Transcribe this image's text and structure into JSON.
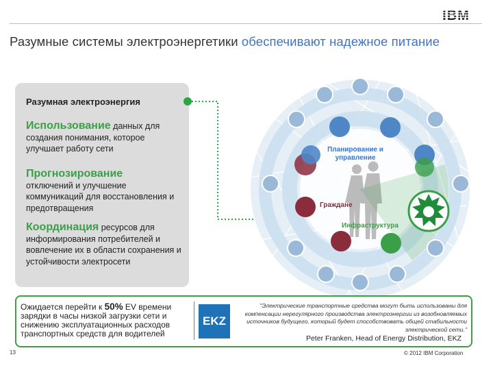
{
  "header": {
    "logo": "IBM",
    "title_main": "Разумные системы электроэнергетики ",
    "title_accent": "обеспечивают надежное питание"
  },
  "panel": {
    "heading": "Разумная электроэнергия",
    "items": [
      {
        "keyword": "Использование",
        "text": " данных для создания понимания, которое улучшает работу сети"
      },
      {
        "keyword": "Прогнозирование",
        "text": "отключений и улучшение коммуникаций для восстановления и предотвращения"
      },
      {
        "keyword": "Координация",
        "text": " ресурсов для информирования потребителей и вовлечение их в области сохранения и устойчивости электросети"
      }
    ]
  },
  "diagram": {
    "label_planning": "Планирование и управление",
    "label_citizens": "Граждане",
    "label_infrastructure": "Инфраструктура"
  },
  "footer": {
    "lead_before": "Ожидается перейти к ",
    "lead_bold": "50%",
    "lead_after": " EV времени зарядки в часы низкой загрузки сети и снижению эксплуатационных расходов транспортных средств для водителей",
    "logo": "EKZ",
    "quote": "\"Электрические транспортные средства могут быть использованы для компенсации нерегулярного производства электроэнергии из возобновляемых источников будущего, который будет способствовать общей стабильности электрической сети.\"",
    "attribution": "Peter Franken, Head of Energy Distribution, EKZ"
  },
  "page_number": "13",
  "copyright": "© 2012 IBM Corporation",
  "colors": {
    "accent_green": "#3a9f47",
    "accent_blue": "#3c74c7",
    "ring_blue": "#c9def0",
    "icon_blue": "#4f86c6",
    "icon_maroon": "#8b2c3c"
  }
}
